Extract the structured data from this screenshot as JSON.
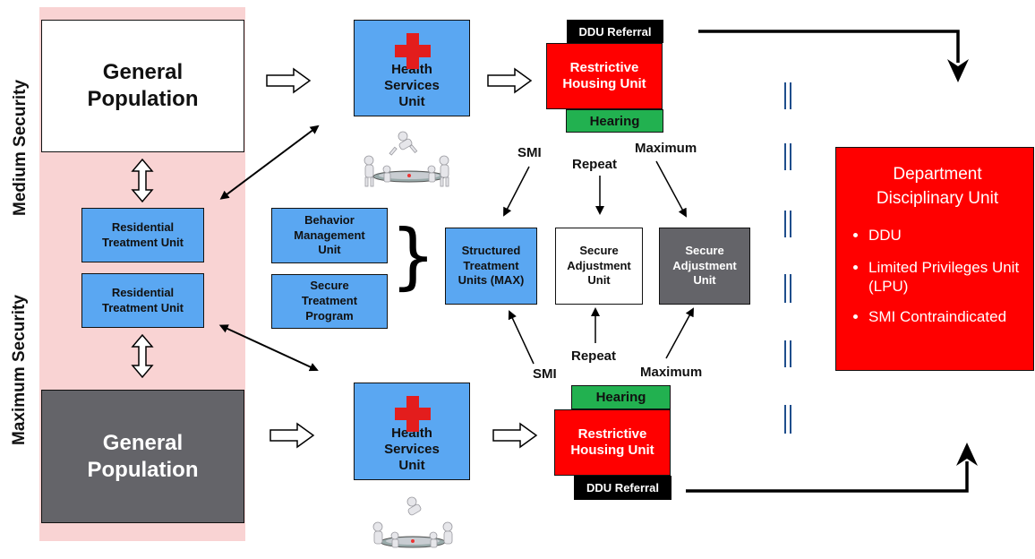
{
  "side_labels": {
    "medium": "Medium Security",
    "maximum": "Maximum Security"
  },
  "general_population": {
    "medium": "General Population",
    "maximum": "General Population"
  },
  "residential_treatment": {
    "upper": "Residential Treatment Unit",
    "lower": "Residential Treatment Unit"
  },
  "programs": {
    "behavior": "Behavior Management Unit",
    "secure_treatment": "Secure Treatment Program"
  },
  "health_services": {
    "top": "Health Services Unit",
    "bottom": "Health Services Unit"
  },
  "top_rhu": {
    "ddu_referral": "DDU Referral",
    "rhu": "Restrictive Housing Unit",
    "hearing": "Hearing"
  },
  "bottom_rhu": {
    "ddu_referral": "DDU Referral",
    "rhu": "Restrictive Housing Unit",
    "hearing": "Hearing"
  },
  "center_units": {
    "structured": "Structured Treatment Units (MAX)",
    "secure_white": "Secure Adjustment Unit",
    "secure_gray": "Secure Adjustment Unit"
  },
  "arrow_labels": {
    "top_smi": "SMI",
    "top_repeat": "Repeat",
    "top_maximum": "Maximum",
    "bottom_smi": "SMI",
    "bottom_repeat": "Repeat",
    "bottom_maximum": "Maximum"
  },
  "ddu": {
    "title": "Department Disciplinary Unit",
    "bullets": [
      "DDU",
      "Limited Privileges Unit (LPU)",
      "SMI Contraindicated"
    ]
  },
  "colors": {
    "pink_band": "#f9d3d3",
    "blue": "#5aa7f2",
    "red": "#ff0000",
    "green": "#22b150",
    "gray": "#646469",
    "dashed_line": "#1f4e8c"
  },
  "icons": [
    "red-cross-icon",
    "rescue-trampoline-figures-icon",
    "curly-brace-icon"
  ]
}
